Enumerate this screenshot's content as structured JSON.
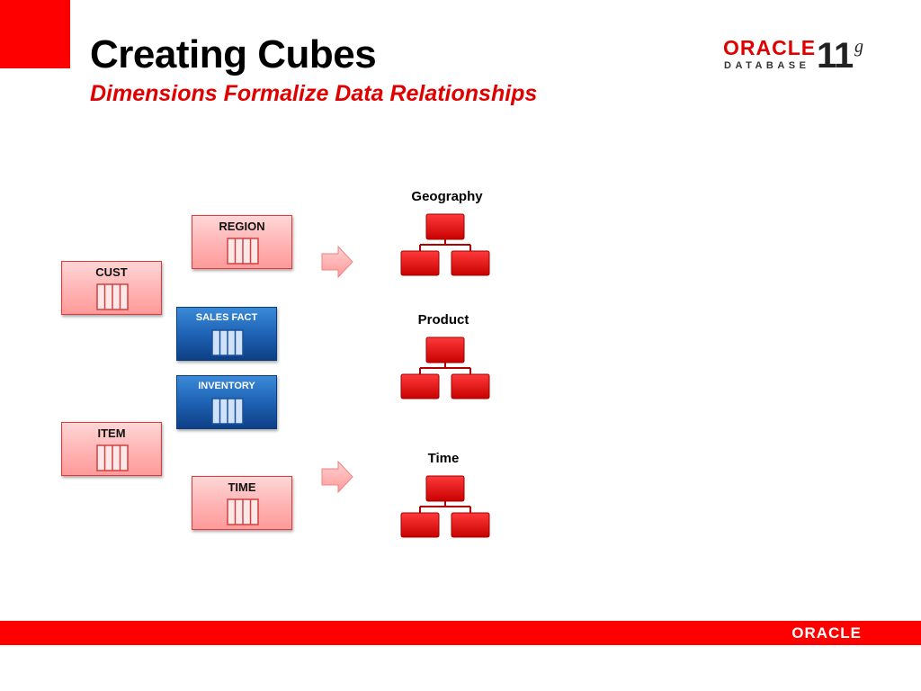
{
  "header": {
    "title": "Creating Cubes",
    "subtitle": "Dimensions Formalize Data Relationships"
  },
  "logo": {
    "brand": "ORACLE",
    "product": "DATABASE",
    "version": "11",
    "version_suffix": "g"
  },
  "footer": {
    "brand": "ORACLE"
  },
  "diagram": {
    "tables": [
      {
        "label": "REGION",
        "kind": "dimension-source"
      },
      {
        "label": "CUST",
        "kind": "dimension-source"
      },
      {
        "label": "SALES FACT",
        "kind": "fact"
      },
      {
        "label": "INVENTORY",
        "kind": "fact"
      },
      {
        "label": "ITEM",
        "kind": "dimension-source"
      },
      {
        "label": "TIME",
        "kind": "dimension-source"
      }
    ],
    "dimensions": [
      {
        "label": "Geography"
      },
      {
        "label": "Product"
      },
      {
        "label": "Time"
      }
    ]
  },
  "colors": {
    "accent": "#ff0000",
    "dimension_table": "#ffb3b3",
    "fact_table": "#1f63b5",
    "hierarchy_node": "#e00000"
  },
  "icons": [
    "table-grid-icon",
    "right-arrow-icon",
    "hierarchy-icon"
  ]
}
